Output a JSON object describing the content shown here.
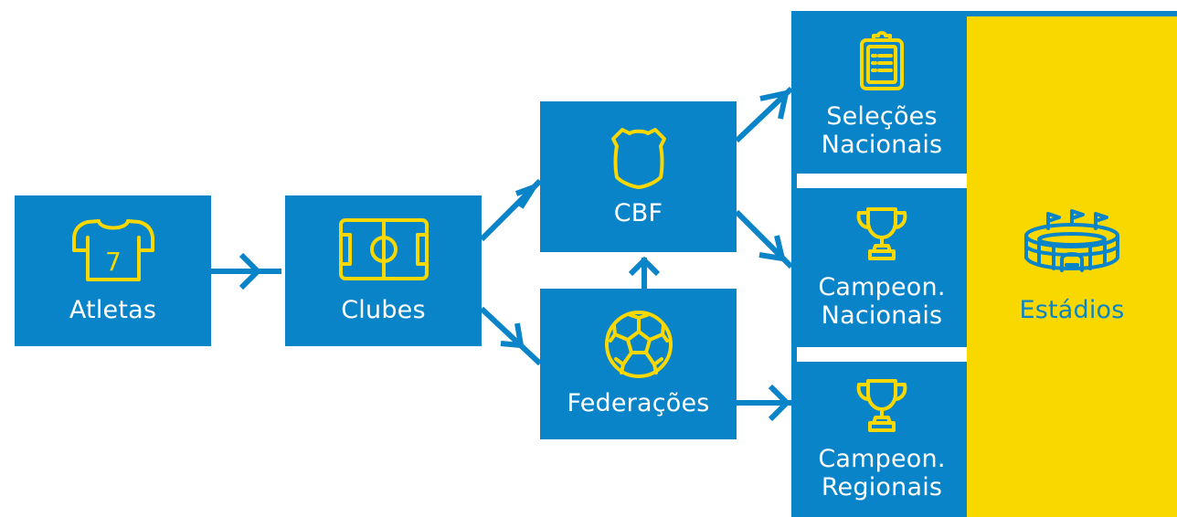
{
  "nodes": {
    "atletas": {
      "label": "Atletas",
      "jersey_number": "7",
      "icon": "jersey-icon"
    },
    "clubes": {
      "label": "Clubes",
      "icon": "football-field-icon"
    },
    "cbf": {
      "label": "CBF",
      "icon": "shield-icon"
    },
    "federacoes": {
      "label": "Federações",
      "icon": "soccer-ball-icon"
    },
    "selecoes": {
      "line1": "Seleções",
      "line2": "Nacionais",
      "icon": "clipboard-icon"
    },
    "camp_nacionais": {
      "line1": "Campeon.",
      "line2": "Nacionais",
      "icon": "trophy-icon"
    },
    "camp_regionais": {
      "line1": "Campeon.",
      "line2": "Regionais",
      "icon": "trophy-icon"
    },
    "estadios": {
      "label": "Estádios",
      "icon": "stadium-icon"
    }
  },
  "edges": [
    {
      "from": "Atletas",
      "to": "Clubes"
    },
    {
      "from": "Clubes",
      "to": "CBF"
    },
    {
      "from": "Clubes",
      "to": "Federações"
    },
    {
      "from": "Federações",
      "to": "CBF"
    },
    {
      "from": "CBF",
      "to": "Seleções Nacionais"
    },
    {
      "from": "CBF",
      "to": "Campeon. Nacionais"
    },
    {
      "from": "Federações",
      "to": "Campeon. Regionais"
    }
  ],
  "colors": {
    "primary_blue": "#0a84c9",
    "accent_yellow": "#f9d800",
    "background": "#ffffff"
  }
}
